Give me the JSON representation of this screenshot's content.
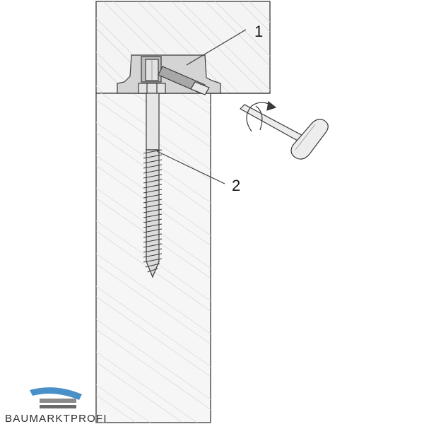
{
  "callouts": {
    "label_1": "1",
    "label_2": "2"
  },
  "logo": {
    "text": "BAUMARKTPROFI"
  },
  "colors": {
    "line": "#3a3a3a",
    "hatch": "#b8b8b8",
    "metal": "#d4d4d4",
    "metal_dark": "#a8a8a8",
    "logo_blue": "#4a90c8",
    "logo_gray": "#8a8a8a"
  }
}
